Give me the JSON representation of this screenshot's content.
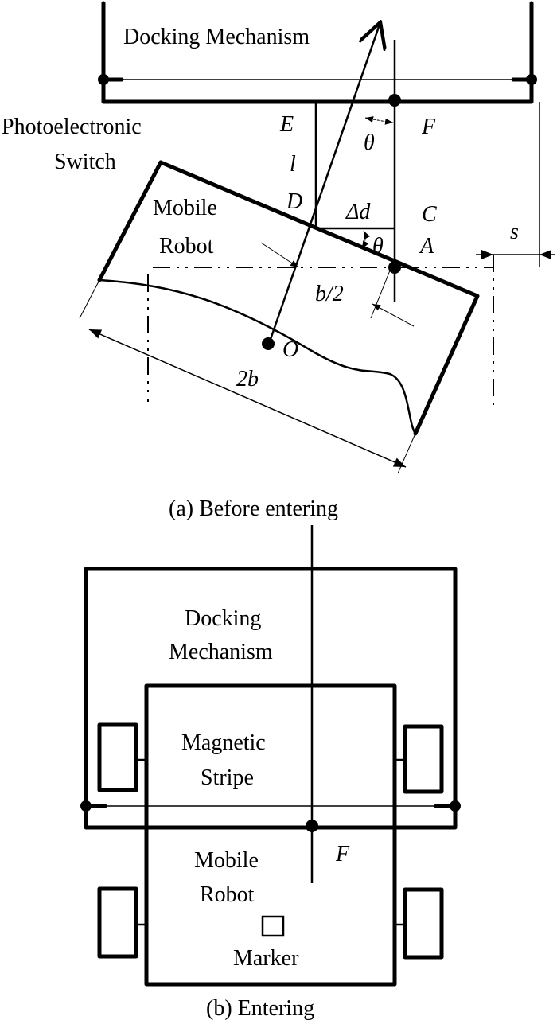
{
  "panel_a": {
    "caption": "(a) Before entering",
    "docking_label": "Docking Mechanism",
    "switch_label_line1": "Photoelectronic",
    "switch_label_line2": "Switch",
    "robot_label_line1": "Mobile",
    "robot_label_line2": "Robot",
    "points": {
      "E": "E",
      "F": "F",
      "D": "D",
      "C": "C",
      "A": "A",
      "O": "O"
    },
    "symbols": {
      "l": "l",
      "theta": "θ",
      "delta_d": "Δd",
      "b_half": "b/2",
      "two_b": "2b",
      "s": "s"
    }
  },
  "panel_b": {
    "caption": "(b) Entering",
    "docking_label_line1": "Docking",
    "docking_label_line2": "Mechanism",
    "stripe_label_line1": "Magnetic",
    "stripe_label_line2": "Stripe",
    "robot_label_line1": "Mobile",
    "robot_label_line2": "Robot",
    "marker_label": "Marker",
    "point_F": "F"
  }
}
